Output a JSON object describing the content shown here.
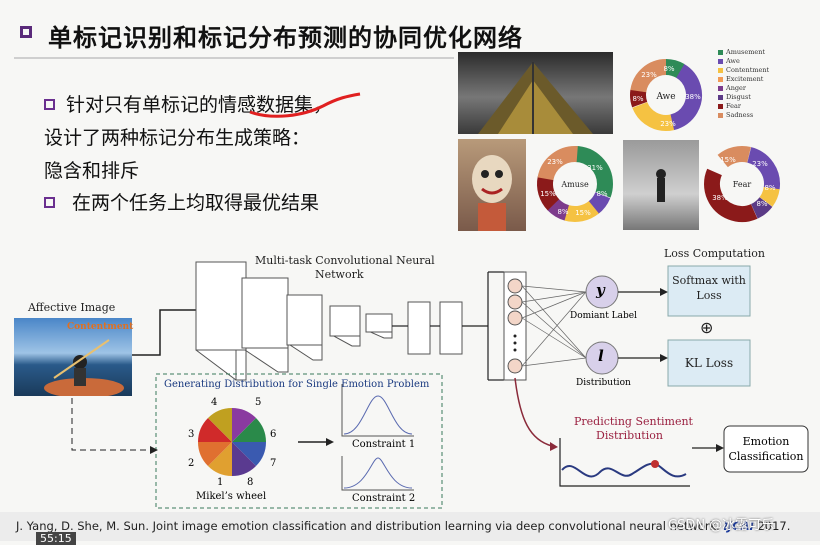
{
  "slide": {
    "title": "单标记识别和标记分布预测的协同优化网络",
    "bullets": [
      "针对只有单标记的情感数据集，",
      "设计了两种标记分布生成策略：",
      "隐含和排斥",
      "在两个任务上均取得最优结果"
    ]
  },
  "donuts": {
    "legend": [
      "Amusement",
      "Awe",
      "Contentment",
      "Excitement",
      "Anger",
      "Disgust",
      "Fear",
      "Sadness"
    ],
    "legend_colors": [
      "#2e8b57",
      "#6a4bb0",
      "#f5c242",
      "#f29b55",
      "#7d3b8c",
      "#5b3a86",
      "#8b1a1a",
      "#d98c5f"
    ],
    "awe": {
      "center": "Awe",
      "labels": [
        "8%",
        "38%",
        "23%",
        "8%",
        "23%"
      ]
    },
    "amuse": {
      "center": "Amuse",
      "labels": [
        "23%",
        "31%",
        "8%",
        "15%",
        "8%",
        "15%"
      ]
    },
    "fear": {
      "center": "Fear",
      "labels": [
        "15%",
        "23%",
        "8%",
        "8%",
        "38%"
      ]
    }
  },
  "diagram": {
    "affective_image": "Affective Image",
    "contentment": "Contentment",
    "cnn_title_1": "Multi-task Convolutional Neural",
    "cnn_title_2": "Network",
    "y": "y",
    "l": "l",
    "dominant_label": "Domiant Label",
    "distribution": "Distribution",
    "loss_computation": "Loss Computation",
    "softmax_1": "Softmax with",
    "softmax_2": "Loss",
    "plus": "⊕",
    "kl_loss": "KL Loss",
    "gen_dist_title": "Generating Distribution for Single Emotion Problem",
    "wheel_numbers": [
      "4",
      "5",
      "3",
      "6",
      "2",
      "7",
      "1",
      "8"
    ],
    "mikels_wheel": "Mikel’s wheel",
    "constraint1": "Constraint 1",
    "constraint2": "Constraint 2",
    "predicting_1": "Predicting Sentiment",
    "predicting_2": "Distribution",
    "emotion_1": "Emotion",
    "emotion_2": "Classification"
  },
  "footer": {
    "citation": "J. Yang, D. She, M. Sun. Joint image emotion classification and distribution learning via deep convolutional neural network.",
    "venue": "IJCAI",
    "year": "2017.",
    "timer": "55:15",
    "watermark": "CSDN @冰露可乐"
  }
}
